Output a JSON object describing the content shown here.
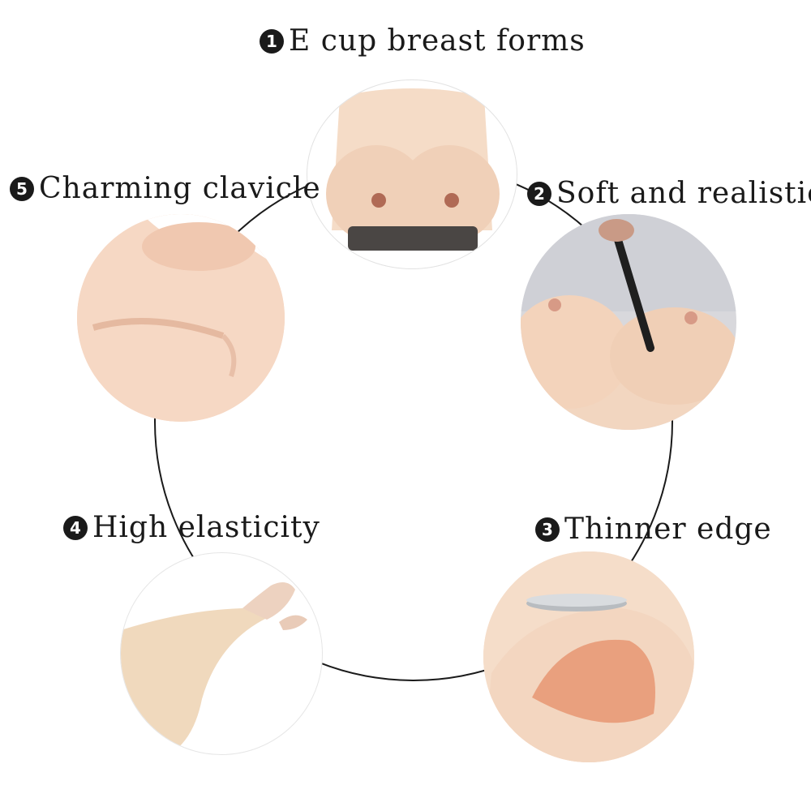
{
  "features": [
    {
      "number": "1",
      "text": "E cup breast forms",
      "image": "breast-forms-photo"
    },
    {
      "number": "2",
      "text": "Soft and realistic",
      "image": "pen-press-photo"
    },
    {
      "number": "3",
      "text": "Thinner edge",
      "image": "coin-edge-photo"
    },
    {
      "number": "4",
      "text": "High elasticity",
      "image": "stretch-photo"
    },
    {
      "number": "5",
      "text": "Charming clavicle",
      "image": "clavicle-photo"
    }
  ],
  "colors": {
    "ring": "#1a1a1a",
    "skin": "#f3ddc6",
    "text": "#1a1a1a"
  }
}
